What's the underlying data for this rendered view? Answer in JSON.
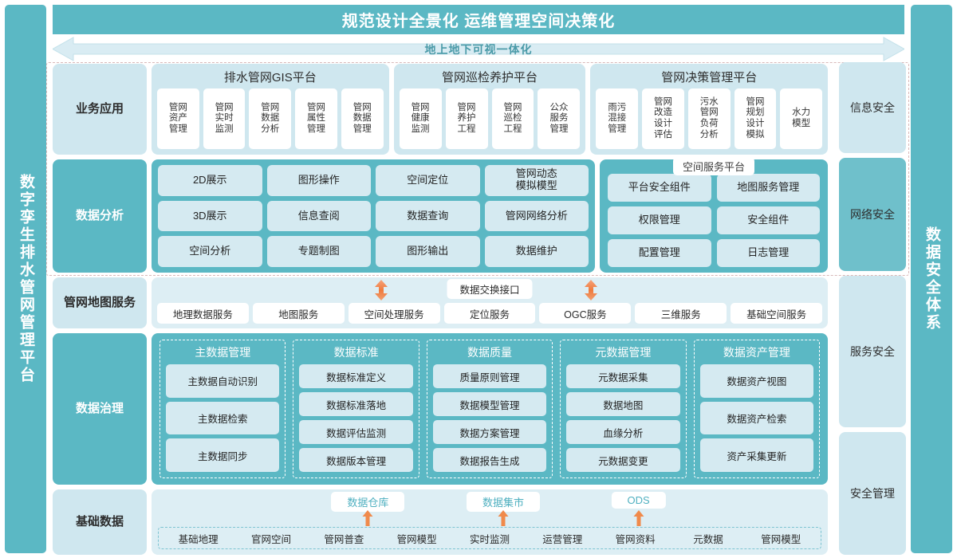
{
  "header": {
    "title": "规范设计全景化  运维管理空间决策化",
    "banner": "地上地下可视一体化",
    "accent": "#5bb8c4",
    "light": "#cfe7ef"
  },
  "rails": {
    "left": "数字孪生排水管网管理平台",
    "right": "数据安全体系"
  },
  "rows": {
    "business": {
      "label": "业务应用",
      "platforms": [
        {
          "title": "排水管网GIS平台",
          "cells": [
            "管网资产管理",
            "管网实时监测",
            "管网数据分析",
            "管网属性管理",
            "管网数据管理"
          ]
        },
        {
          "title": "管网巡检养护平台",
          "cells": [
            "管网健康监测",
            "管网养护工程",
            "管网巡检工程",
            "公众服务管理"
          ]
        },
        {
          "title": "管网决策管理平台",
          "cells": [
            "雨污混接管理",
            "管网改造设计评估",
            "污水管网负荷分析",
            "管网规划设计模拟",
            "水力模型"
          ]
        }
      ]
    },
    "analysis": {
      "label": "数据分析",
      "columns": [
        [
          "2D展示",
          "3D展示",
          "空间分析"
        ],
        [
          "图形操作",
          "信息查阅",
          "专题制图"
        ],
        [
          "空间定位",
          "数据查询",
          "图形输出"
        ],
        [
          "管网动态模拟模型",
          "管网网络分析",
          "数据维护"
        ]
      ],
      "spatial": {
        "title": "空间服务平台",
        "columns": [
          [
            "平台安全组件",
            "权限管理",
            "配置管理"
          ],
          [
            "地图服务管理",
            "安全组件",
            "日志管理"
          ]
        ]
      }
    },
    "mapservice": {
      "label": "管网地图服务",
      "exchange": "数据交换接口",
      "services": [
        "地理数据服务",
        "地图服务",
        "空间处理服务",
        "定位服务",
        "OGC服务",
        "三维服务",
        "基础空间服务"
      ]
    },
    "governance": {
      "label": "数据治理",
      "groups": [
        {
          "title": "主数据管理",
          "items": [
            "主数据自动识别",
            "主数据检索",
            "主数据同步"
          ]
        },
        {
          "title": "数据标准",
          "items": [
            "数据标准定义",
            "数据标准落地",
            "数据评估监测",
            "数据版本管理"
          ]
        },
        {
          "title": "数据质量",
          "items": [
            "质量原则管理",
            "数据模型管理",
            "数据方案管理",
            "数据报告生成"
          ]
        },
        {
          "title": "元数据管理",
          "items": [
            "元数据采集",
            "数据地图",
            "血缘分析",
            "元数据变更"
          ]
        },
        {
          "title": "数据资产管理",
          "items": [
            "数据资产视图",
            "数据资产检索",
            "资产采集更新"
          ]
        }
      ]
    },
    "basedata": {
      "label": "基础数据",
      "tags": [
        "数据仓库",
        "数据集市",
        "ODS"
      ],
      "items": [
        "基础地理",
        "官网空间",
        "管网普查",
        "管网模型",
        "实时监测",
        "运营管理",
        "管网资料",
        "元数据",
        "管网模型"
      ]
    }
  },
  "security": {
    "cells": [
      {
        "label": "信息安全",
        "style": "light"
      },
      {
        "label": "网络安全",
        "style": "teal"
      },
      {
        "label": "服务安全",
        "style": "light"
      },
      {
        "label": "安全管理",
        "style": "light"
      }
    ]
  }
}
